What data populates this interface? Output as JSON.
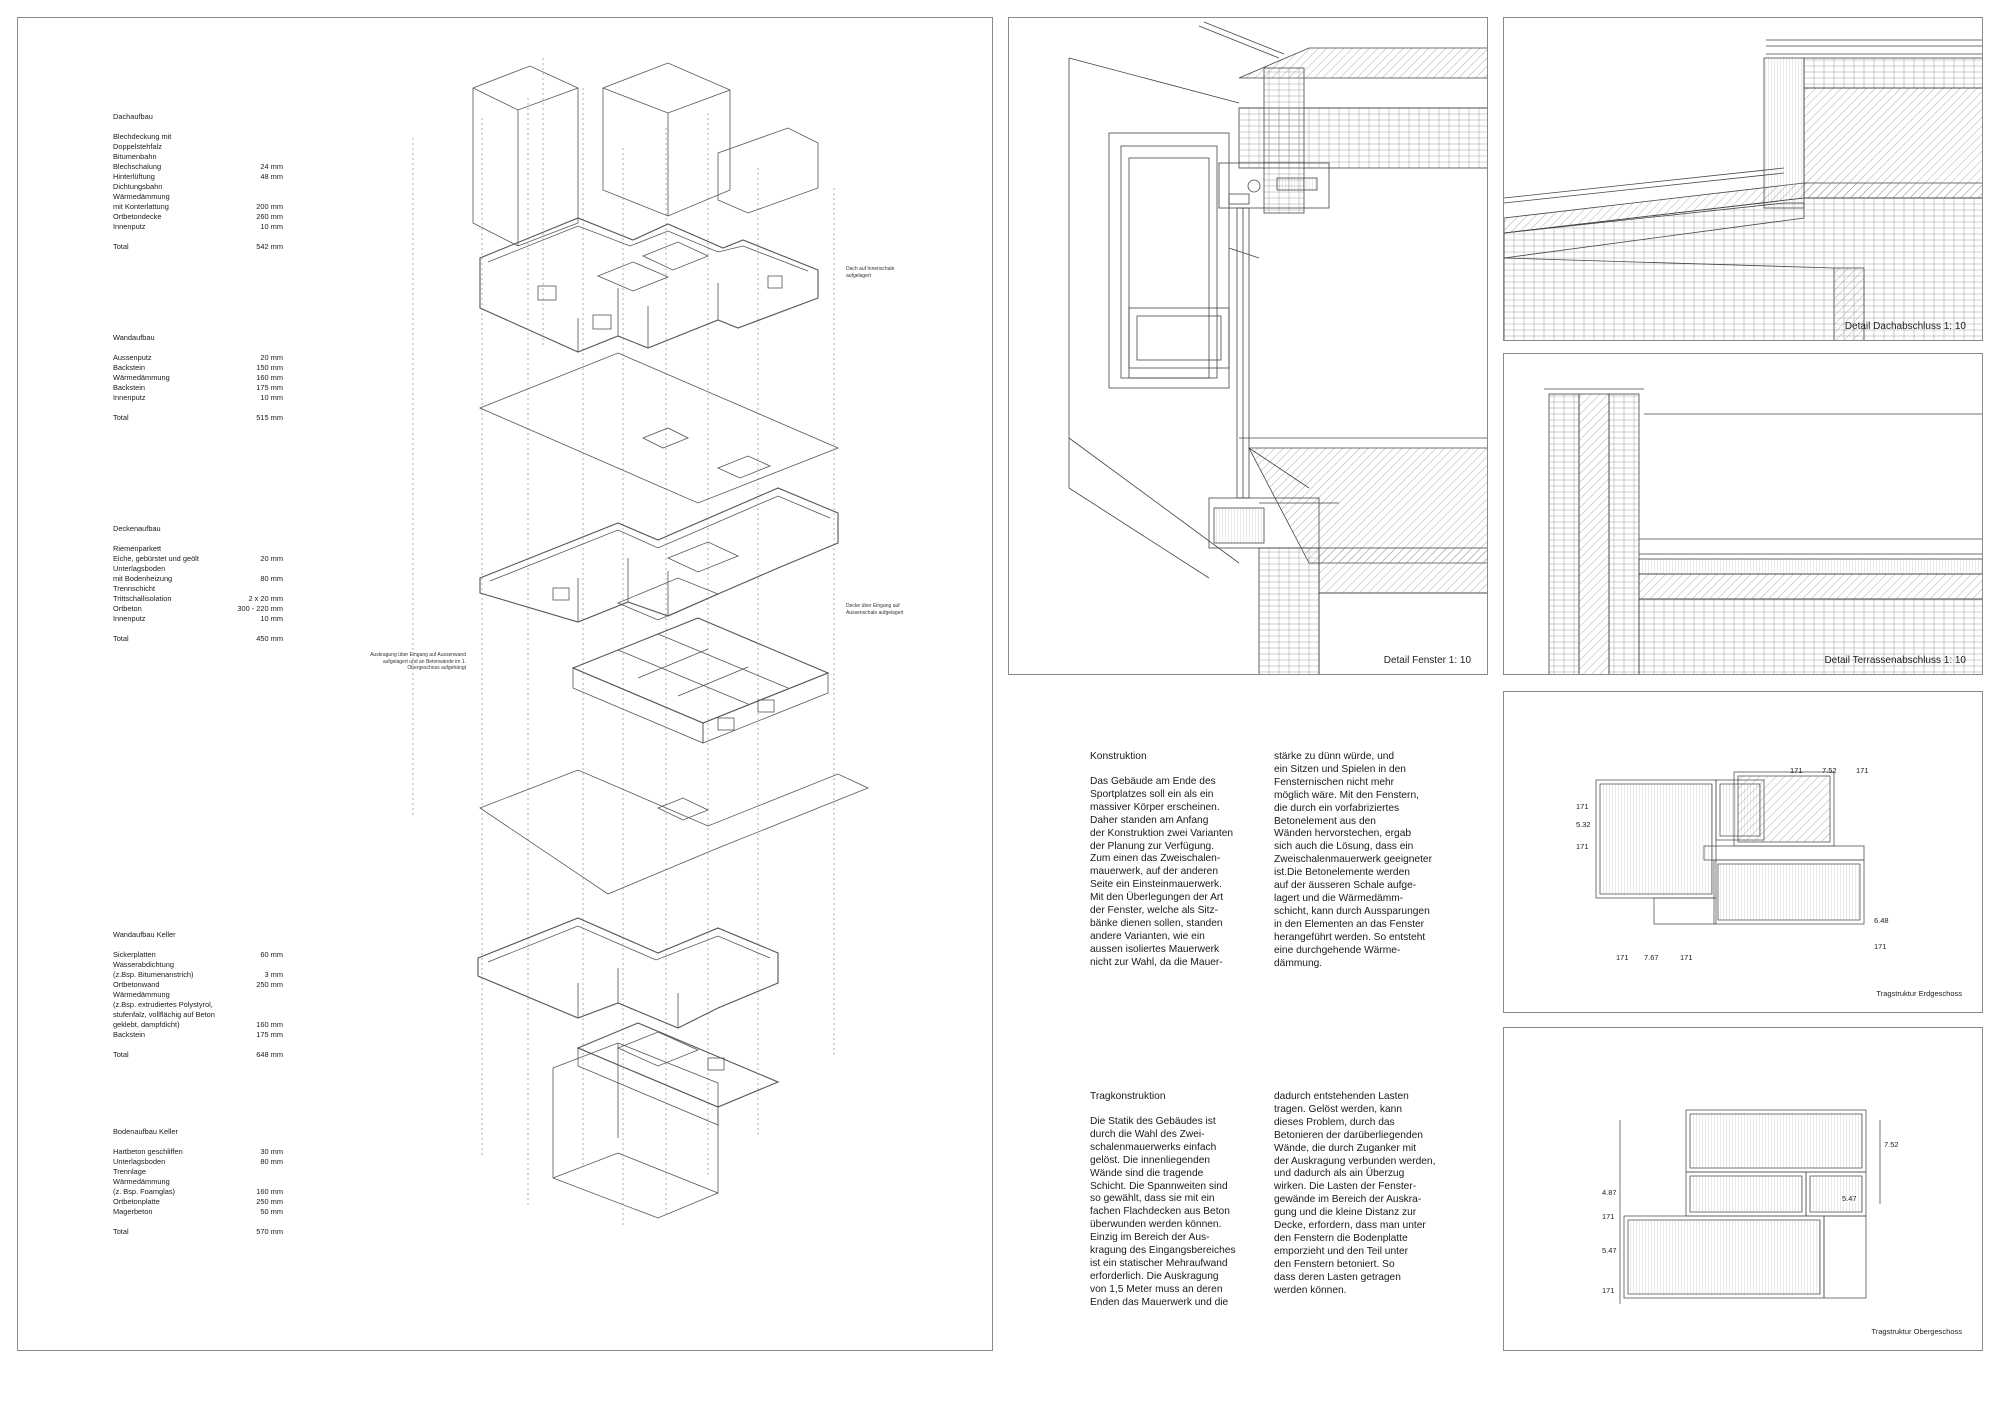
{
  "layers": {
    "dach": {
      "title": "Dachaufbau",
      "rows": [
        {
          "label": "Blechdeckung mit",
          "value": ""
        },
        {
          "label": "Doppelstehfalz",
          "value": ""
        },
        {
          "label": "Bitumenbahn",
          "value": ""
        },
        {
          "label": "Blechschalung",
          "value": "24 mm"
        },
        {
          "label": "Hinterlüftung",
          "value": "48 mm"
        },
        {
          "label": "Dichtungsbahn",
          "value": ""
        },
        {
          "label": "Wärmedämmung",
          "value": ""
        },
        {
          "label": "mit Konterlattung",
          "value": "200 mm"
        },
        {
          "label": "Ortbetondecke",
          "value": "260 mm"
        },
        {
          "label": "Innenputz",
          "value": "10 mm"
        }
      ],
      "total_label": "Total",
      "total_value": "542 mm"
    },
    "wand": {
      "title": "Wandaufbau",
      "rows": [
        {
          "label": "Aussenputz",
          "value": "20 mm"
        },
        {
          "label": "Backstein",
          "value": "150 mm"
        },
        {
          "label": "Wärmedämmung",
          "value": "160 mm"
        },
        {
          "label": "Backstein",
          "value": "175 mm"
        },
        {
          "label": "Innenputz",
          "value": "10 mm"
        }
      ],
      "total_label": "Total",
      "total_value": "515 mm"
    },
    "decke": {
      "title": "Deckenaufbau",
      "rows": [
        {
          "label": "Riemenparkett",
          "value": ""
        },
        {
          "label": "Eiche, gebürstet und geölt",
          "value": "20 mm"
        },
        {
          "label": "Unterlagsboden",
          "value": ""
        },
        {
          "label": "mit Bodenheizung",
          "value": "80 mm"
        },
        {
          "label": "Trennschicht",
          "value": ""
        },
        {
          "label": "Trittschallisolation",
          "value": "2 x 20 mm"
        },
        {
          "label": "Ortbeton",
          "value": "300 - 220 mm"
        },
        {
          "label": "Innenputz",
          "value": "10 mm"
        }
      ],
      "total_label": "Total",
      "total_value": "450 mm"
    },
    "keller_wand": {
      "title": "Wandaufbau Keller",
      "rows": [
        {
          "label": "Sickerplatten",
          "value": "60 mm"
        },
        {
          "label": "Wasserabdichtung",
          "value": ""
        },
        {
          "label": "(z.Bsp. Bitumenanstrich)",
          "value": "3 mm"
        },
        {
          "label": "Ortbetonwand",
          "value": "250 mm"
        },
        {
          "label": "Wärmedämmung",
          "value": ""
        },
        {
          "label": "(z.Bsp. extrudiertes Polystyrol,",
          "value": ""
        },
        {
          "label": "stufenfalz, vollflächig auf Beton",
          "value": ""
        },
        {
          "label": "geklebt, dampfdicht)",
          "value": "160 mm"
        },
        {
          "label": "Backstein",
          "value": "175 mm"
        }
      ],
      "total_label": "Total",
      "total_value": "648 mm"
    },
    "keller_boden": {
      "title": "Bodenaufbau Keller",
      "rows": [
        {
          "label": "Hartbeton geschliffen",
          "value": "30 mm"
        },
        {
          "label": "Unterlagsboden",
          "value": "80 mm"
        },
        {
          "label": "Trennlage",
          "value": ""
        },
        {
          "label": "Wärmedämmung",
          "value": ""
        },
        {
          "label": "(z. Bsp. Foamglas)",
          "value": "160 mm"
        },
        {
          "label": "Ortbetonplatte",
          "value": "250 mm"
        },
        {
          "label": "Magerbeton",
          "value": "50 mm"
        }
      ],
      "total_label": "Total",
      "total_value": "570 mm"
    }
  },
  "axo_notes": {
    "dach": "Dach auf Innenschale aufgelagert",
    "decke": "Decke über Eingang auf Aussenschale aufgelagert",
    "auskragung": "Auskragung über Eingang auf Aussenwand aufgelagert und an Betonwände im 1. Obergeschoss aufgehängt"
  },
  "details": {
    "fenster": "Detail Fenster 1: 10",
    "dach": "Detail Dachabschluss 1: 10",
    "terrasse": "Detail Terrassenabschluss 1: 10"
  },
  "plans": {
    "eg_caption": "Tragstruktur Erdgeschoss",
    "og_caption": "Tragstruktur Obergeschoss"
  },
  "konstruktion": {
    "title": "Konstruktion",
    "col1": [
      "Das Gebäude am Ende des",
      "Sportplatzes soll ein als ein",
      "massiver Körper erscheinen.",
      "Daher standen am Anfang",
      "der Konstruktion zwei Varianten",
      "der Planung zur Verfügung.",
      "Zum einen das Zweischalen-",
      "mauerwerk, auf der anderen",
      "Seite ein Einsteinmauerwerk.",
      "Mit den Überlegungen der Art",
      "der Fenster, welche als Sitz-",
      "bänke dienen sollen, standen",
      "andere Varianten, wie ein",
      "aussen isoliertes Mauerwerk",
      "nicht zur Wahl, da die Mauer-"
    ],
    "col2": [
      "stärke zu dünn würde, und",
      "ein Sitzen und Spielen in den",
      "Fensternischen nicht mehr",
      "möglich wäre. Mit den Fenstern,",
      " die durch ein vorfabriziertes",
      "Betonelement aus den",
      "Wänden hervorstechen, ergab",
      "sich auch die Lösung, dass ein",
      "Zweischalenmauerwerk geeigneter",
      " ist.Die Betonelemente werden",
      " auf der äusseren Schale aufge-",
      "lagert  und  die Wärmedämm-",
      "schicht, kann durch Aussparungen",
      "in den Elementen an das Fenster",
      "herangeführt werden. So entsteht",
      "eine durchgehende Wärme-",
      "dämmung."
    ]
  },
  "tragkonstruktion": {
    "title": "Tragkonstruktion",
    "col1": [
      "Die Statik des Gebäudes ist",
      "durch die Wahl des Zwei-",
      "schalenmauerwerks einfach",
      "gelöst. Die innenliegenden",
      "Wände sind die tragende",
      "Schicht. Die Spannweiten sind",
      "so gewählt, dass sie mit ein",
      "fachen Flachdecken aus Beton",
      "überwunden werden können.",
      "Einzig im Bereich der Aus-",
      "kragung des Eingangsbereiches",
      "ist ein statischer Mehraufwand",
      "erforderlich. Die Auskragung",
      "von 1,5 Meter muss an deren",
      "Enden das Mauerwerk und die"
    ],
    "col2": [
      " dadurch entstehenden Lasten",
      "tragen. Gelöst werden, kann",
      "dieses Problem, durch das",
      "Betonieren der darüberliegenden",
      "Wände, die durch Zuganker mit",
      "der Auskragung verbunden werden,",
      "und dadurch als ain Überzug",
      "wirken. Die Lasten der Fenster-",
      "gewände im Bereich der Auskra-",
      "gung und die kleine Distanz zur",
      "Decke, erfordern, dass man unter",
      "den Fenstern die Bodenplatte",
      "emporzieht und den Teil unter",
      "den Fenstern betoniert. So",
      "dass deren Lasten getragen",
      "werden können."
    ]
  },
  "dims": {
    "eg_top": [
      "171",
      "7.52",
      "171"
    ],
    "eg_left": [
      "171",
      "5.32",
      "171"
    ],
    "eg_bottom": [
      "171",
      "7.67",
      "171"
    ],
    "eg_right": [
      "6.48",
      "171"
    ],
    "og_right": [
      "7.52"
    ],
    "og_left": [
      "4.87",
      "171",
      "5.47",
      "171"
    ],
    "og_mid": [
      "5.47"
    ]
  }
}
